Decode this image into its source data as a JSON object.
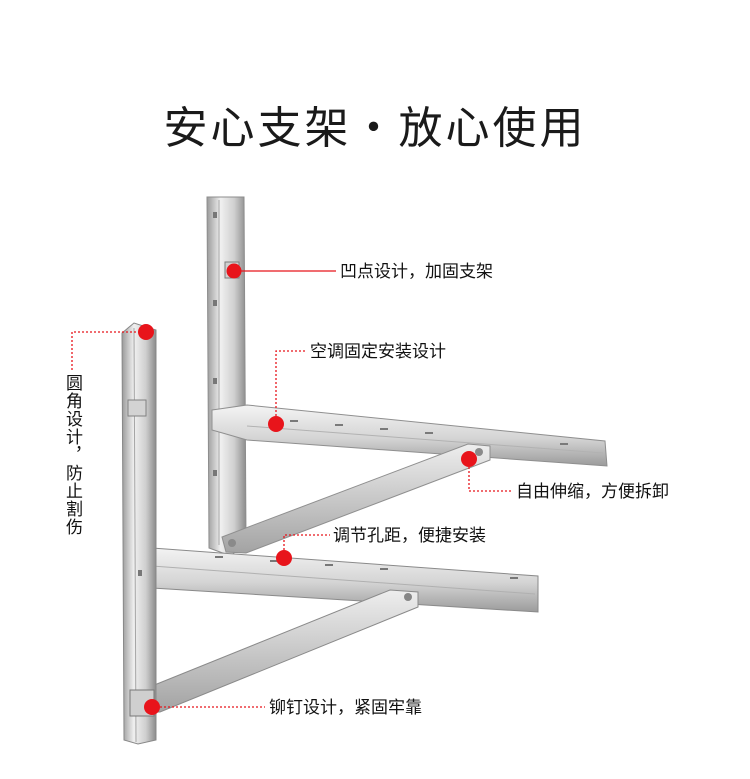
{
  "title": "安心支架・放心使用",
  "callouts": {
    "dent": "凹点设计，加固支架",
    "aircon": "空调固定安装设计",
    "telescopic": "自由伸缩，方便拆卸",
    "adjust": "调节孔距，便捷安装",
    "rivet": "铆钉设计，紧固牢靠",
    "corner": "圆角设计，防止割伤"
  },
  "colors": {
    "accent": "#e8141b",
    "steel_light": "#e9e9e9",
    "steel_mid": "#c6c6c6",
    "steel_dark": "#8e8e8e"
  }
}
